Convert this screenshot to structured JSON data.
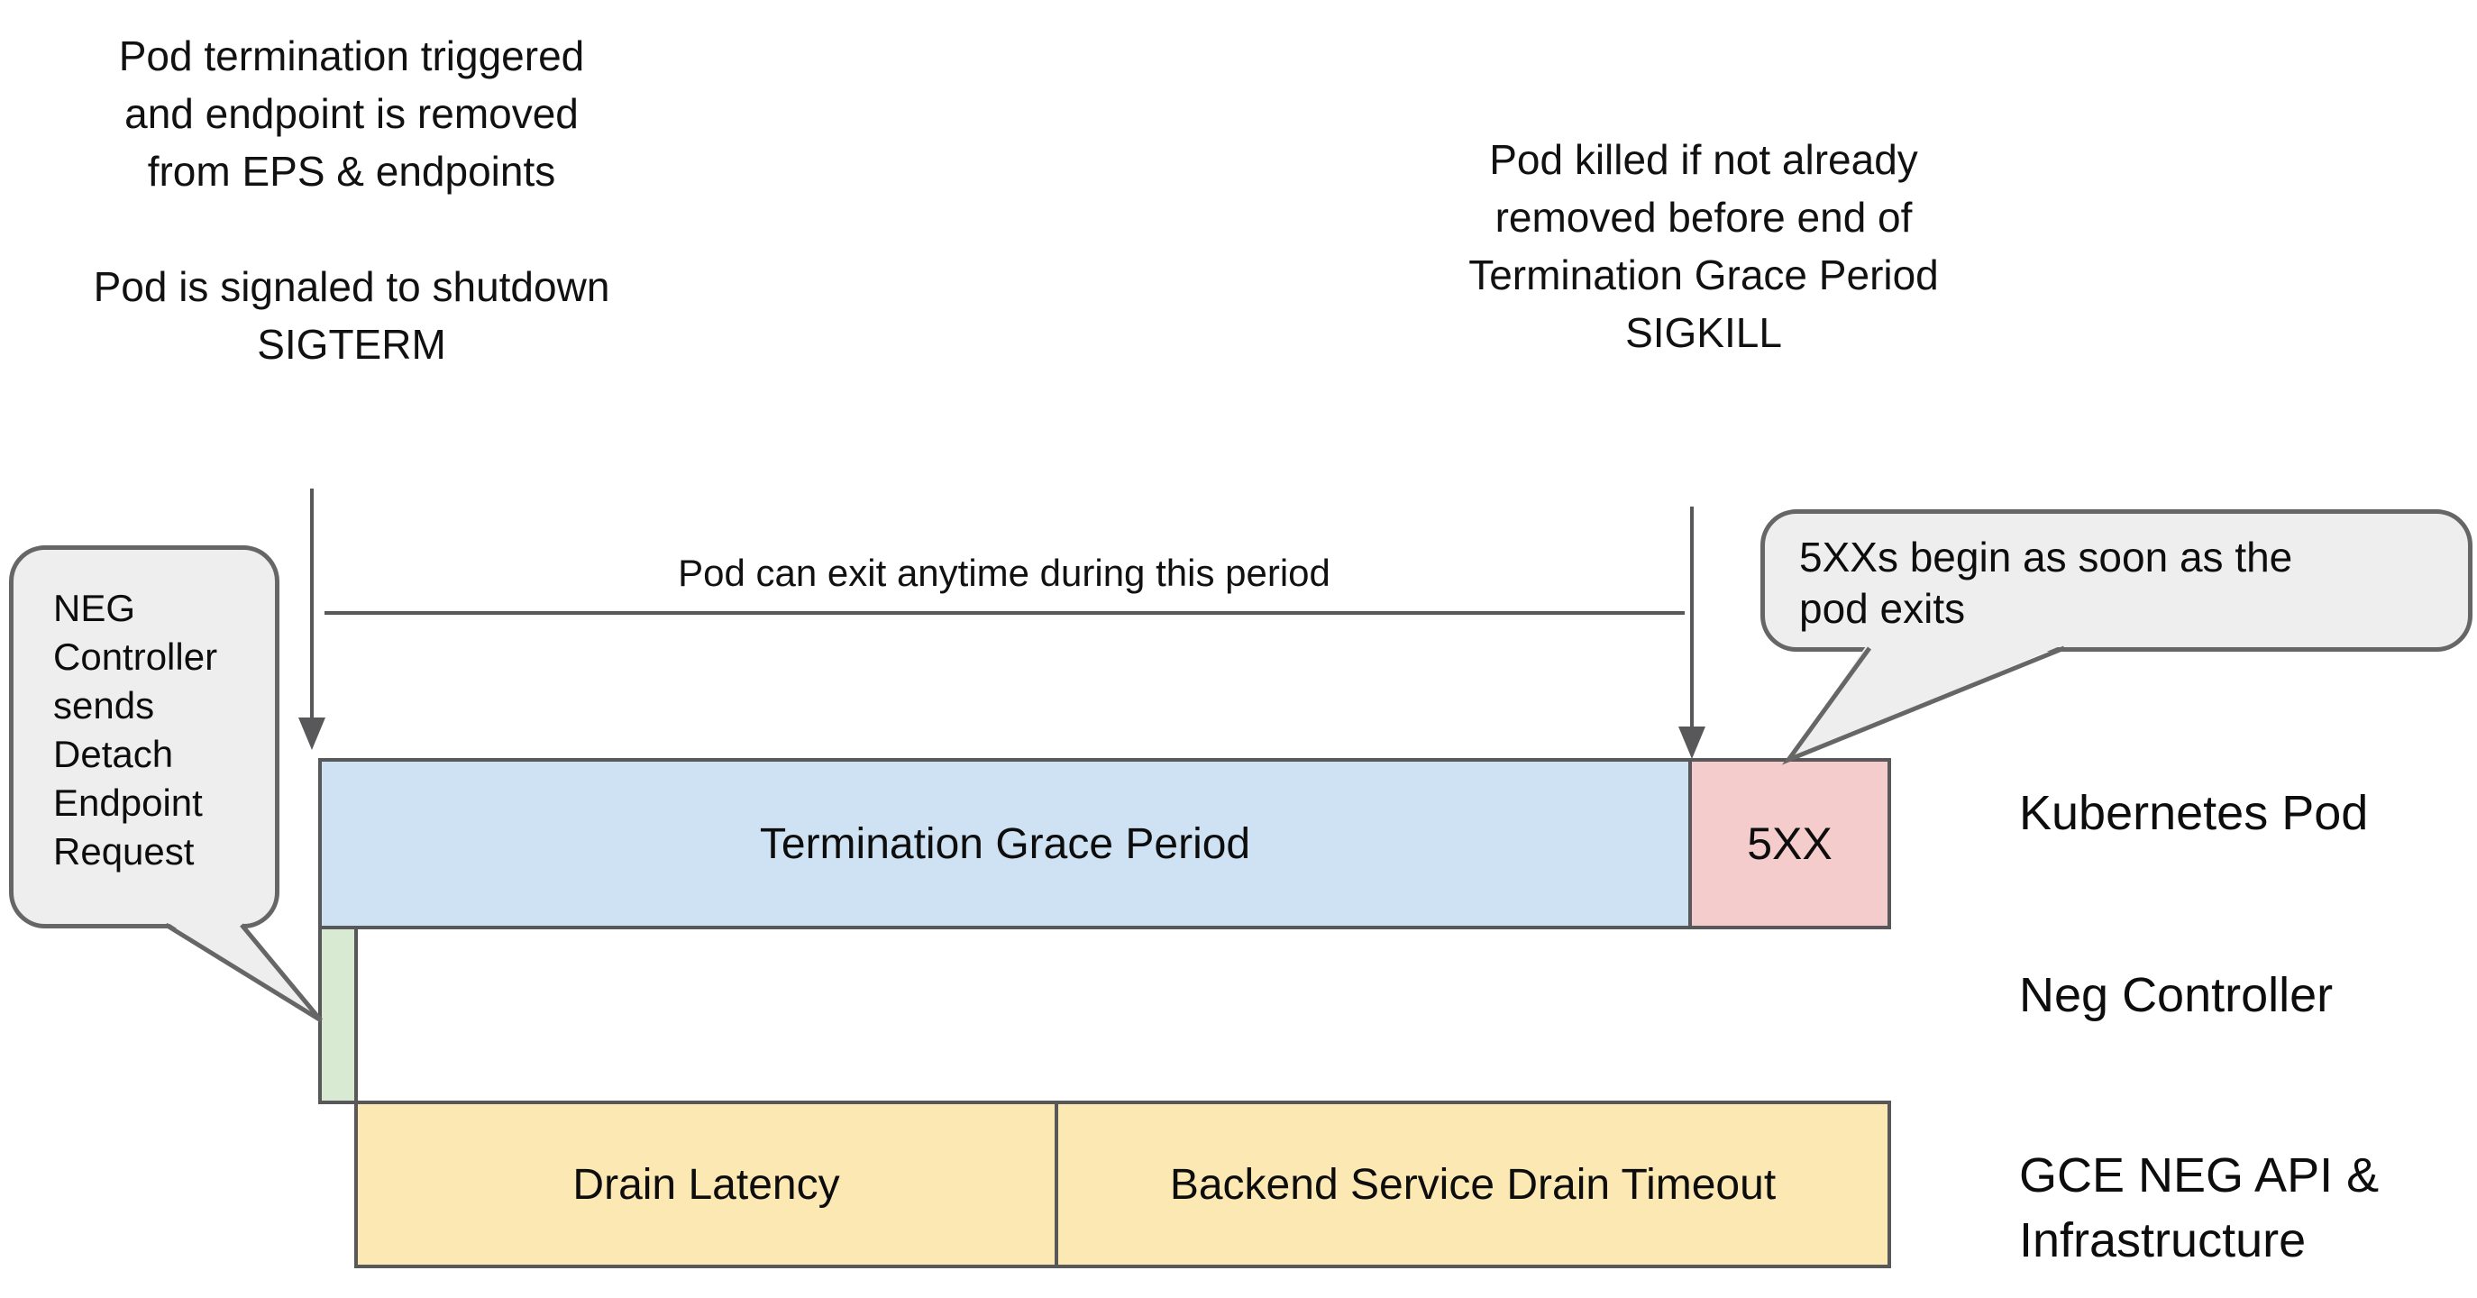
{
  "slide": {
    "background": "#ffffff"
  },
  "colors": {
    "termination_bar_fill": "#cfe2f3",
    "error_bar_fill": "#f4cccc",
    "detach_bar_fill": "#d9ead3",
    "drain_bar_fill": "#fce8b2",
    "bar_border": "#58585a",
    "arrow_stroke": "#58585a",
    "bubble_fill": "#eeeeee",
    "bubble_border": "#666666",
    "text": "#111111"
  },
  "notes": {
    "top_left": {
      "para1": [
        "Pod termination triggered",
        "and endpoint is removed",
        "from EPS & endpoints"
      ],
      "para2": [
        "Pod is signaled to shutdown",
        "SIGTERM"
      ]
    },
    "top_right": {
      "lines": [
        "Pod killed if not already",
        "removed before end of",
        "Termination Grace Period",
        "SIGKILL"
      ]
    },
    "period_label": "Pod can exit anytime during this period"
  },
  "bubbles": {
    "left": {
      "lines": [
        "NEG",
        "Controller",
        "sends",
        "Detach",
        "Endpoint",
        "Request"
      ]
    },
    "right": {
      "lines": [
        "5XXs begin as soon as the",
        "pod exits"
      ]
    }
  },
  "bars": {
    "termination_grace_period": {
      "label": "Termination Grace Period",
      "fill": "#cfe2f3"
    },
    "five_xx": {
      "label": "5XX",
      "fill": "#f4cccc"
    },
    "detach_request": {
      "label": "",
      "fill": "#d9ead3"
    },
    "drain_latency": {
      "label": "Drain Latency",
      "fill": "#fce8b2"
    },
    "backend_service_drain_timeout": {
      "label": "Backend Service Drain Timeout",
      "fill": "#fce8b2"
    }
  },
  "row_labels": {
    "kubernetes_pod": "Kubernetes Pod",
    "neg_controller": "Neg Controller",
    "gce_neg_api": [
      "GCE NEG API &",
      "Infrastructure"
    ]
  }
}
